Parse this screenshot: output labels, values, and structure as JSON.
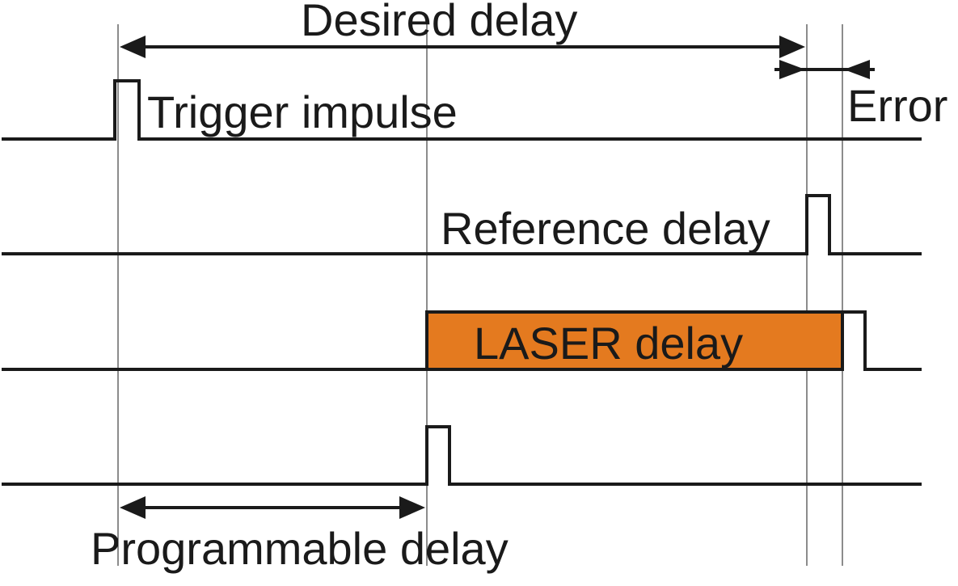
{
  "labels": {
    "desired_delay": "Desired delay",
    "trigger_impulse": "Trigger impulse",
    "error": "Error",
    "reference_delay": "Reference delay",
    "laser_delay": "LASER delay",
    "programmable_delay": "Programmable delay"
  },
  "colors": {
    "laser_fill": "#e47a1f",
    "line": "#1a1a1a",
    "background": "#ffffff"
  }
}
